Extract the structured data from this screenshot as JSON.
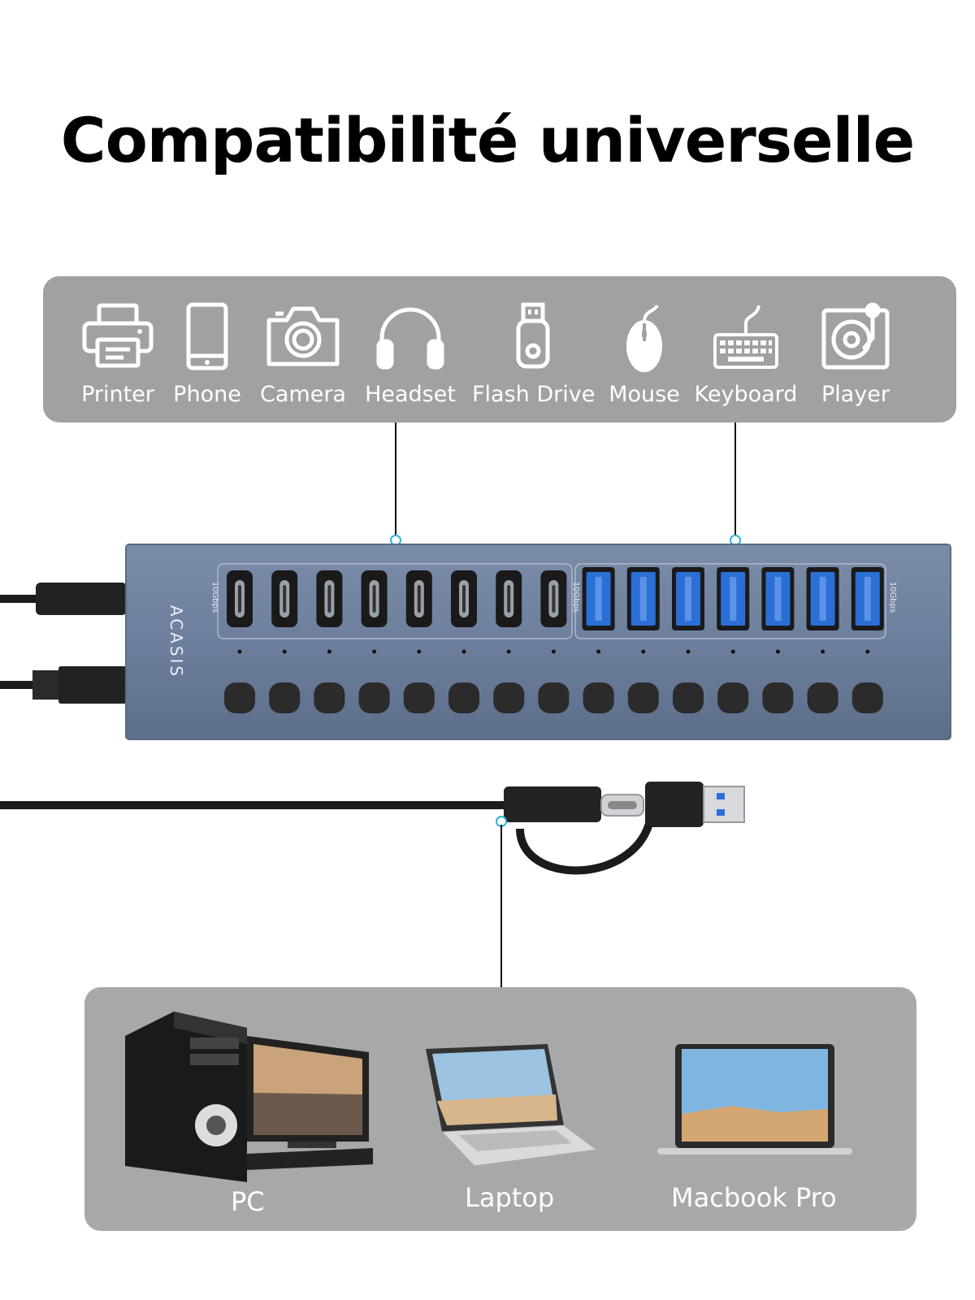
{
  "title": "Compatibilité universelle",
  "devices": [
    {
      "label": "Printer",
      "icon": "printer-icon"
    },
    {
      "label": "Phone",
      "icon": "phone-icon"
    },
    {
      "label": "Camera",
      "icon": "camera-icon"
    },
    {
      "label": "Headset",
      "icon": "headset-icon"
    },
    {
      "label": "Flash Drive",
      "icon": "flash-drive-icon"
    },
    {
      "label": "Mouse",
      "icon": "mouse-icon"
    },
    {
      "label": "Keyboard",
      "icon": "keyboard-icon"
    },
    {
      "label": "Player",
      "icon": "player-icon"
    }
  ],
  "hub": {
    "brand": "ACASIS",
    "usb_c_speed": "10Gbps",
    "usb_a_speed": "10Gbps",
    "usb_c_ports": 8,
    "usb_a_ports": 7,
    "switches": 15,
    "colors": {
      "body": "#6d7f9c",
      "usb_a_blue": "#2b6fd6"
    }
  },
  "computers": [
    {
      "label": "PC",
      "icon": "pc-icon"
    },
    {
      "label": "Laptop",
      "icon": "laptop-icon"
    },
    {
      "label": "Macbook Pro",
      "icon": "macbook-icon"
    }
  ],
  "colors": {
    "panel_gray": "#a0a1a3",
    "accent_cyan": "#2fb6d6"
  }
}
